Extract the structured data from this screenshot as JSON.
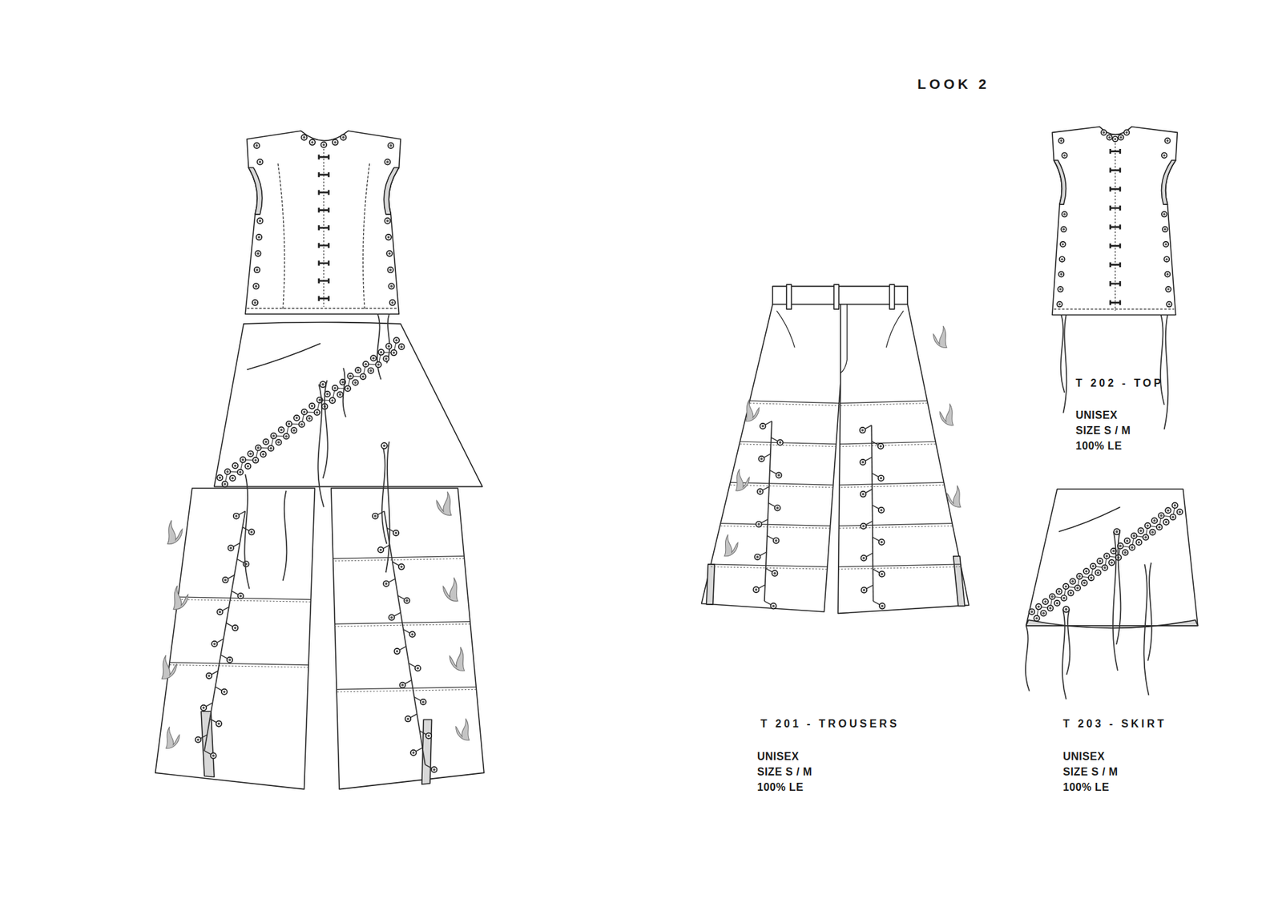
{
  "diagram": {
    "title": "LOOK 2",
    "labels": [
      "T 202 - TOP",
      "UNISEX",
      "SIZE S / M",
      "100% LE",
      "T 201 - TROUSERS",
      "UNISEX",
      "SIZE S / M",
      "100% LE",
      "T 203 - SKIRT",
      "UNISEX",
      "SIZE S / M",
      "100% LE"
    ]
  }
}
